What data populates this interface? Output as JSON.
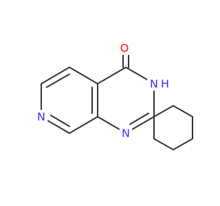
{
  "colors": {
    "bond": "#303030",
    "nitrogen": "#3030ff",
    "oxygen": "#ff0d0d"
  },
  "atoms": {
    "oxygen": "O",
    "nh": "H",
    "n_amide": "N",
    "n_pyrimidine": "N",
    "n_pyridine": "N"
  }
}
